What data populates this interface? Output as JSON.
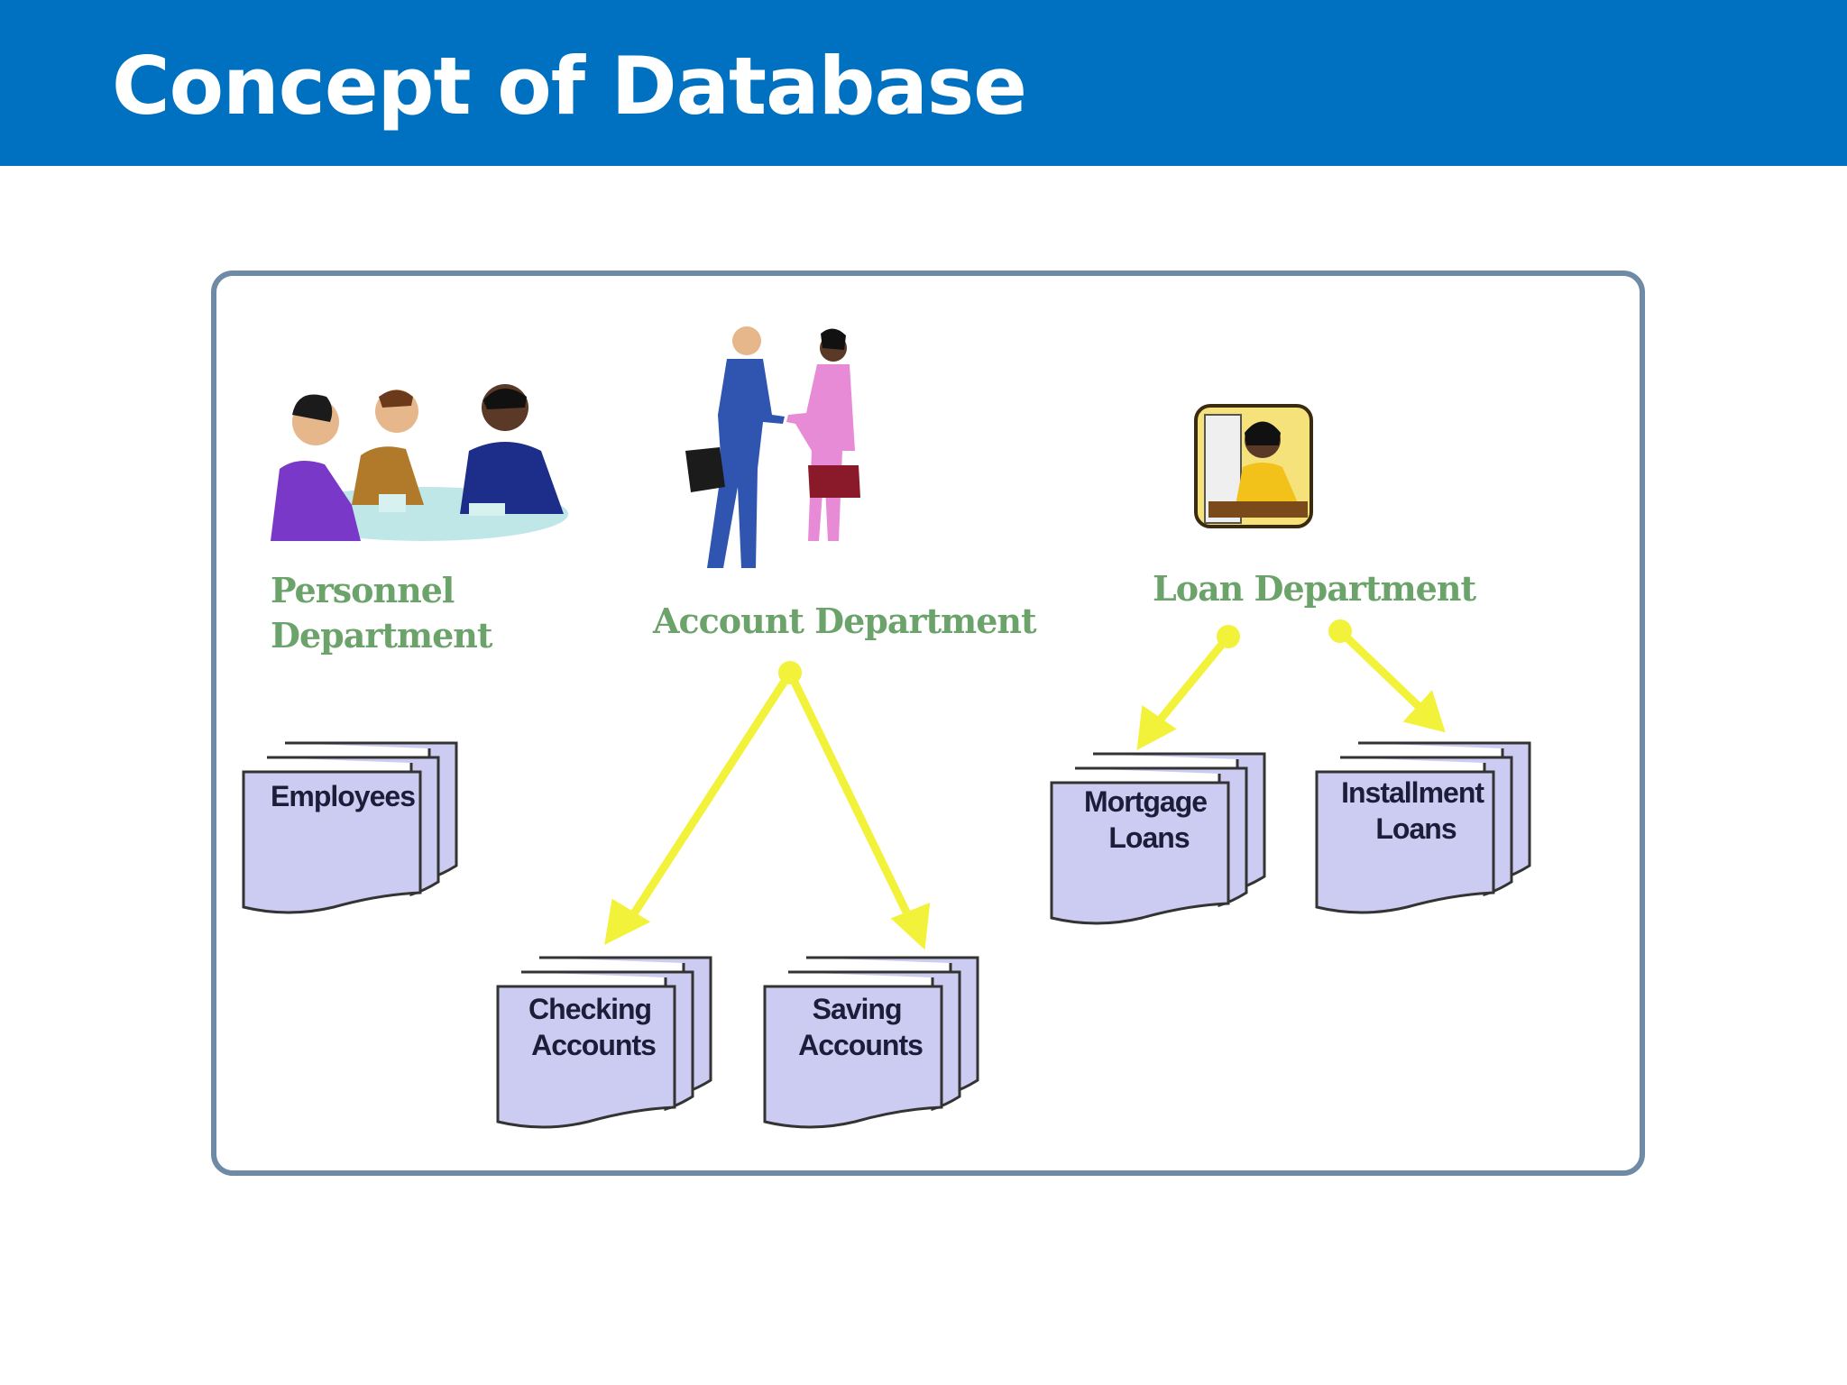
{
  "slide": {
    "title": "Concept of Database"
  },
  "departments": [
    {
      "id": "personnel",
      "label": "Personnel\nDepartment",
      "illustration": "meeting-people-clipart"
    },
    {
      "id": "account",
      "label": "Account Department",
      "illustration": "handshake-clipart"
    },
    {
      "id": "loan",
      "label": "Loan Department",
      "illustration": "loan-officer-clipart"
    }
  ],
  "files": [
    {
      "id": "employees",
      "lines": [
        "Employees"
      ],
      "department": "personnel"
    },
    {
      "id": "checking",
      "lines": [
        "Checking",
        "Accounts"
      ],
      "department": "account"
    },
    {
      "id": "saving",
      "lines": [
        "Saving",
        "Accounts"
      ],
      "department": "account"
    },
    {
      "id": "mortgage",
      "lines": [
        "Mortgage",
        "Loans"
      ],
      "department": "loan"
    },
    {
      "id": "installment",
      "lines": [
        "Installment",
        "Loans"
      ],
      "department": "loan"
    }
  ],
  "colors": {
    "title_bar": "#0070c0",
    "label_green": "#6ba36a",
    "file_fill": "#ccccf2",
    "arrow_yellow": "#f2f23a",
    "frame_border": "#6f8aa5"
  }
}
